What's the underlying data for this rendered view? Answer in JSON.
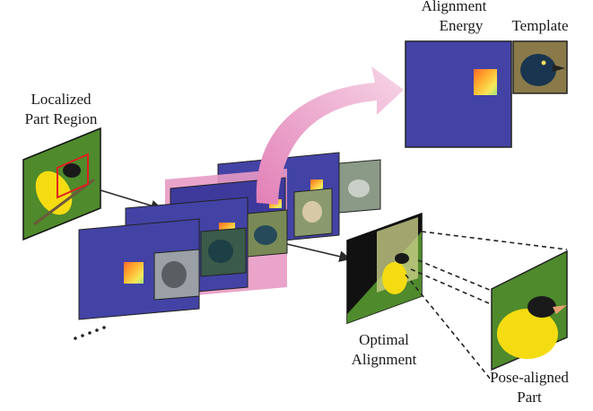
{
  "labels": {
    "localized_line1": "Localized",
    "localized_line2": "Part Region",
    "alignment_line1": "Alignment",
    "alignment_line2": "Energy",
    "template": "Template",
    "optimal_line1": "Optimal",
    "optimal_line2": "Alignment",
    "pose_line1": "Pose-aligned",
    "pose_line2": "Part"
  },
  "colors": {
    "plane_blue": "#4343a6",
    "highlight_plane": "#e89ac4",
    "curved_arrow": "#e6a6c9",
    "bird_yellow": "#f5dc12",
    "foliage_green": "#4f8a2c",
    "box_red": "#e02020"
  },
  "icons": {
    "ellipsis": "more-templates-ellipsis",
    "arrow": "flow-arrow"
  }
}
